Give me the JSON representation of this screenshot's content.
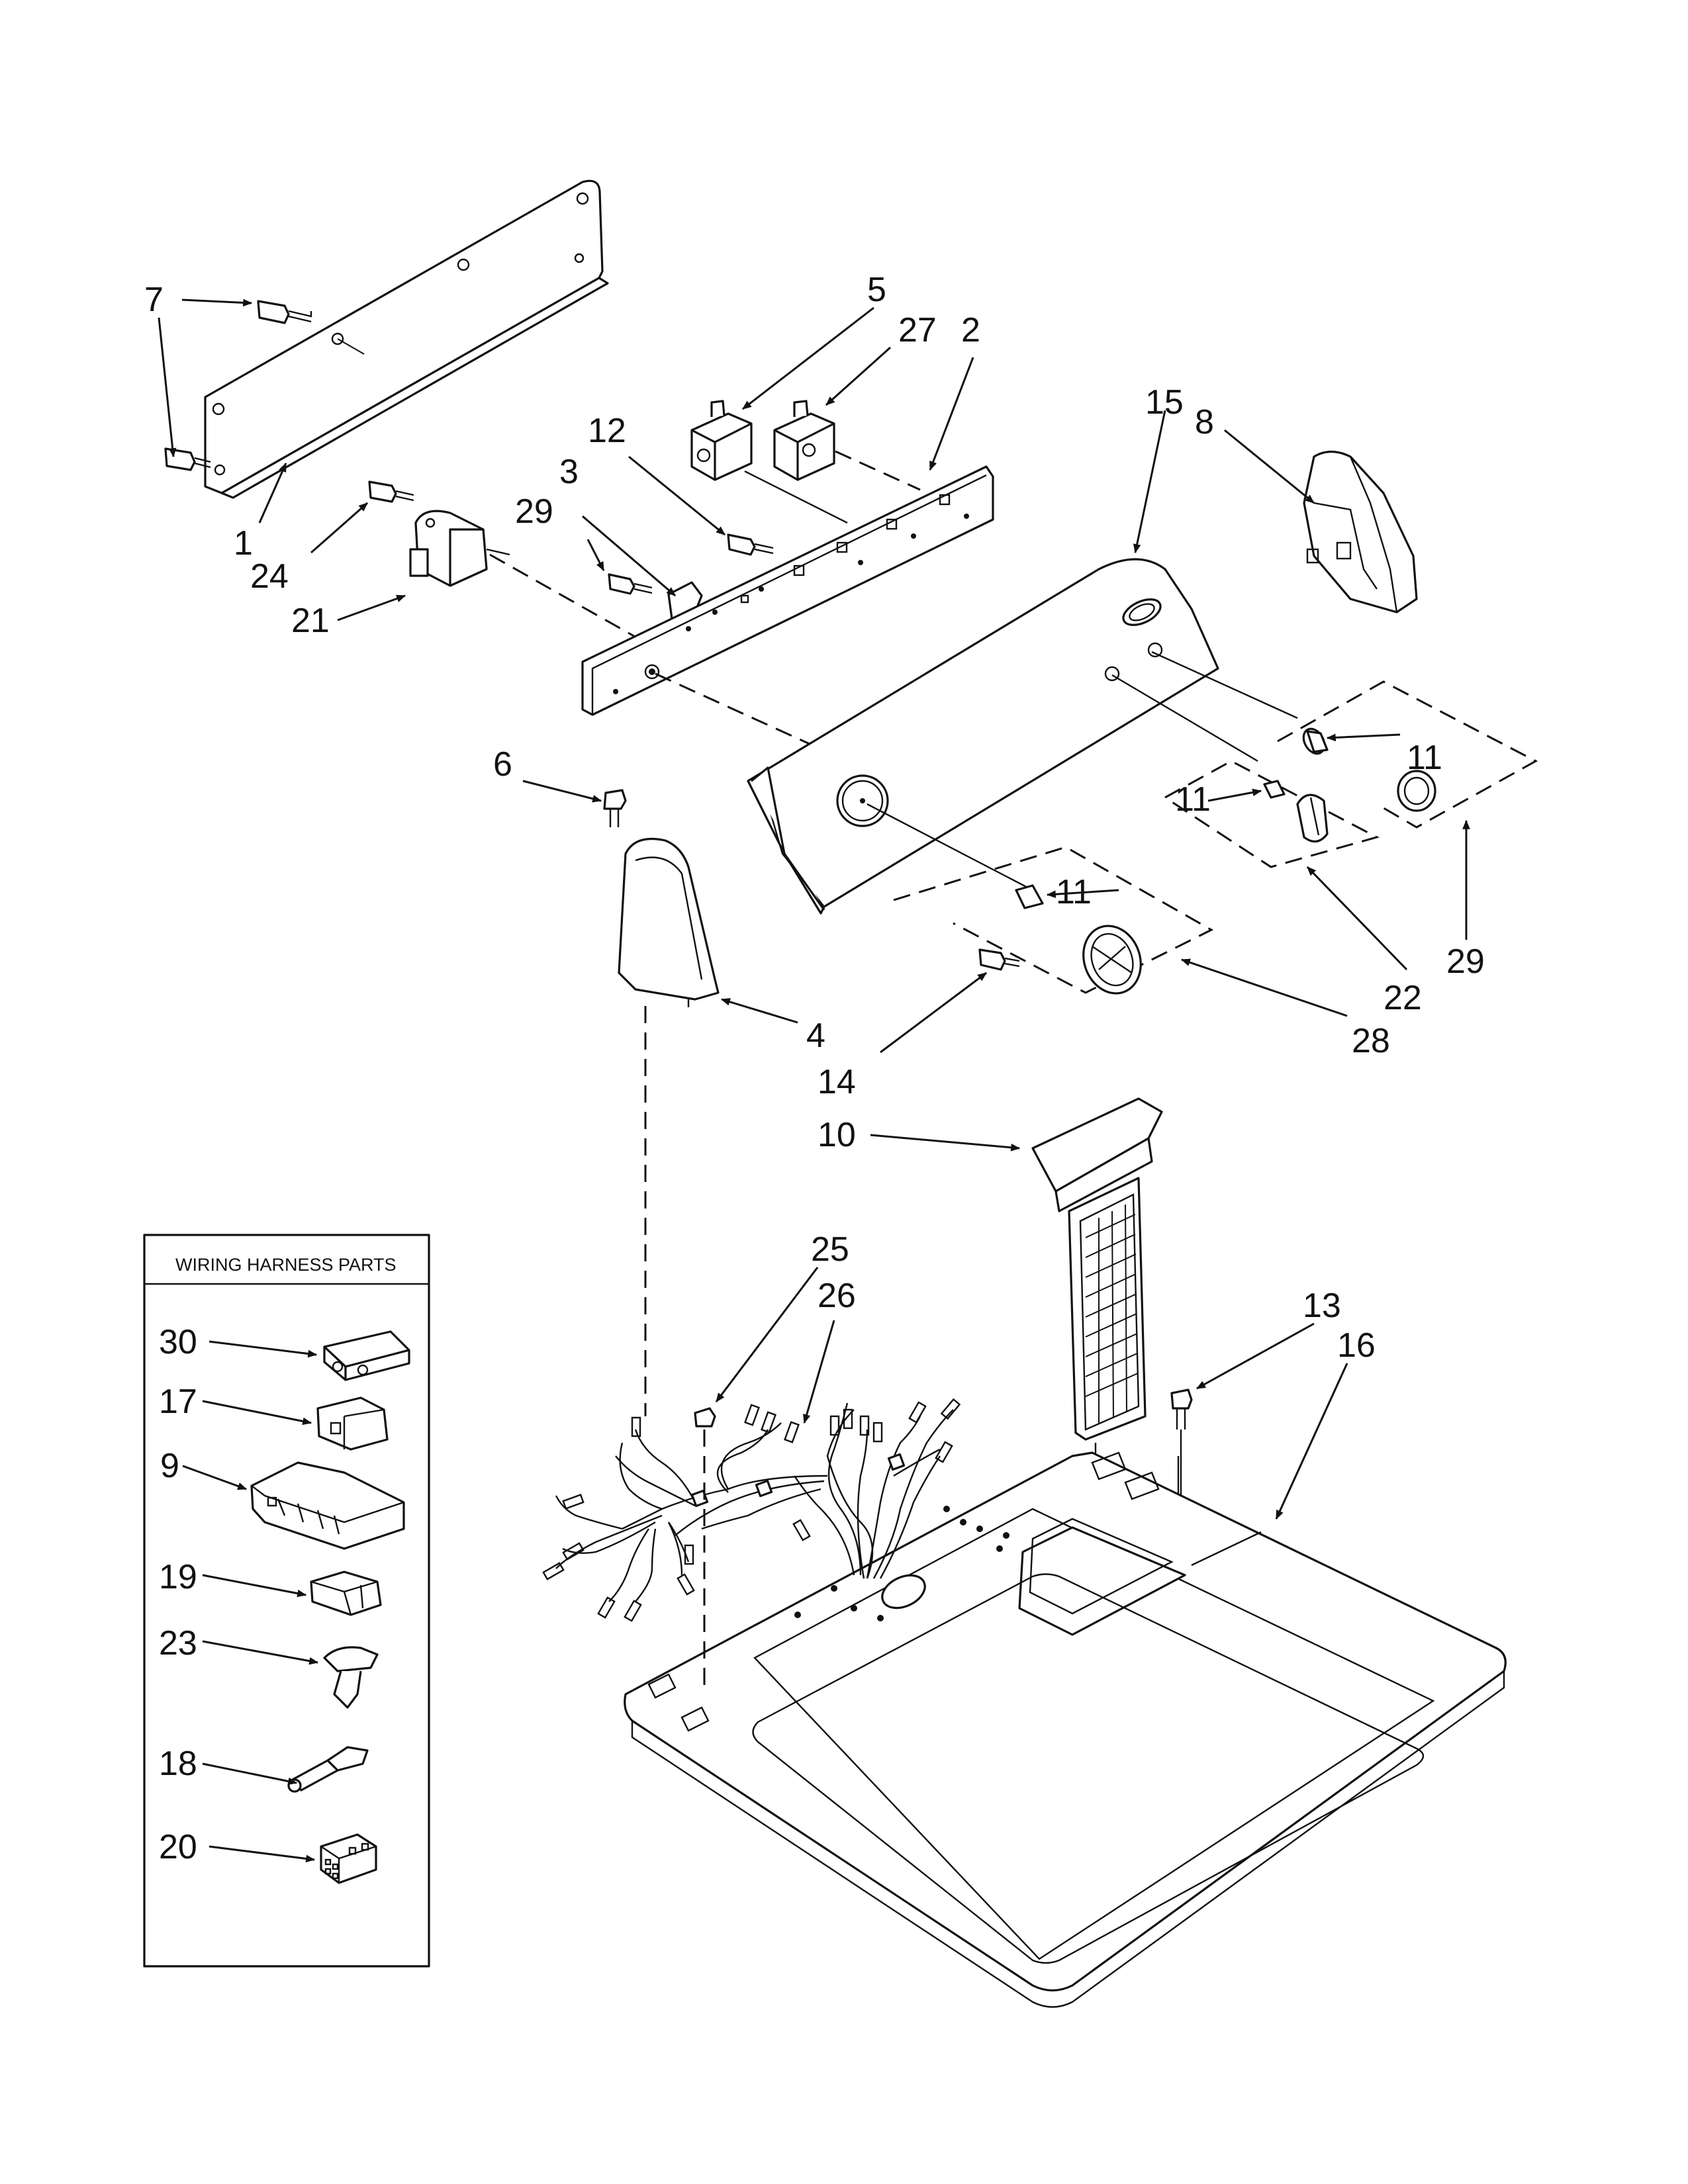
{
  "callouts": {
    "c1": "1",
    "c2": "2",
    "c3": "3",
    "c4": "4",
    "c5": "5",
    "c6": "6",
    "c7": "7",
    "c8": "8",
    "c9": "9",
    "c10": "10",
    "c11a": "11",
    "c11b": "11",
    "c11c": "11",
    "c12": "12",
    "c13": "13",
    "c14": "14",
    "c15": "15",
    "c16": "16",
    "c17": "17",
    "c18": "18",
    "c19": "19",
    "c20": "20",
    "c21": "21",
    "c22": "22",
    "c23": "23",
    "c24": "24",
    "c25": "25",
    "c26": "26",
    "c27": "27",
    "c28": "28",
    "c29a": "29",
    "c29b": "29",
    "c30": "30"
  },
  "harness_box": {
    "title": "WIRING HARNESS PARTS"
  }
}
